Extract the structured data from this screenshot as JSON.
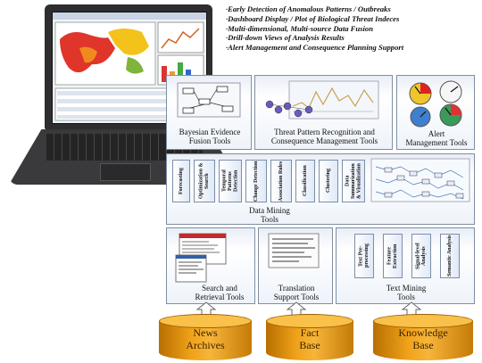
{
  "bullets": [
    "·Early Detection of Anomalous Patterns / Outbreaks",
    "·Dashboard Display / Plot of Biological Threat Indeces",
    "·Multi-dimensional, Multi-source Data Fusion",
    "·Drill-down Views of Analysis Results",
    "·Alert Management and Consequence Planning Support"
  ],
  "top_row": {
    "bayesian": [
      "Bayesian Evidence",
      "Fusion Tools"
    ],
    "threat": [
      "Threat Pattern Recognition and",
      "Consequence Management Tools"
    ],
    "alert": [
      "Alert",
      "Management Tools"
    ]
  },
  "data_mining": {
    "modules": [
      "Forecasting",
      "Optimization & Search",
      "Temporal Patterns Detection",
      "Change Detection",
      "Association Rules",
      "Classification",
      "Clustering",
      "Data Summarization & Visualization"
    ],
    "label": [
      "Data Mining",
      "Tools"
    ]
  },
  "bottom_row": {
    "search": [
      "Search and",
      "Retrieval Tools"
    ],
    "translation": [
      "Translation",
      "Support Tools"
    ],
    "text_mining_modules": [
      "Text Pre-processing",
      "Feature Extraction",
      "Signal-level Analysis",
      "Semantic Analysis"
    ],
    "text_mining": [
      "Text Mining",
      "Tools"
    ]
  },
  "databases": [
    [
      "News",
      "Archives"
    ],
    [
      "Fact",
      "Base"
    ],
    [
      "Knowledge",
      "Base"
    ]
  ]
}
